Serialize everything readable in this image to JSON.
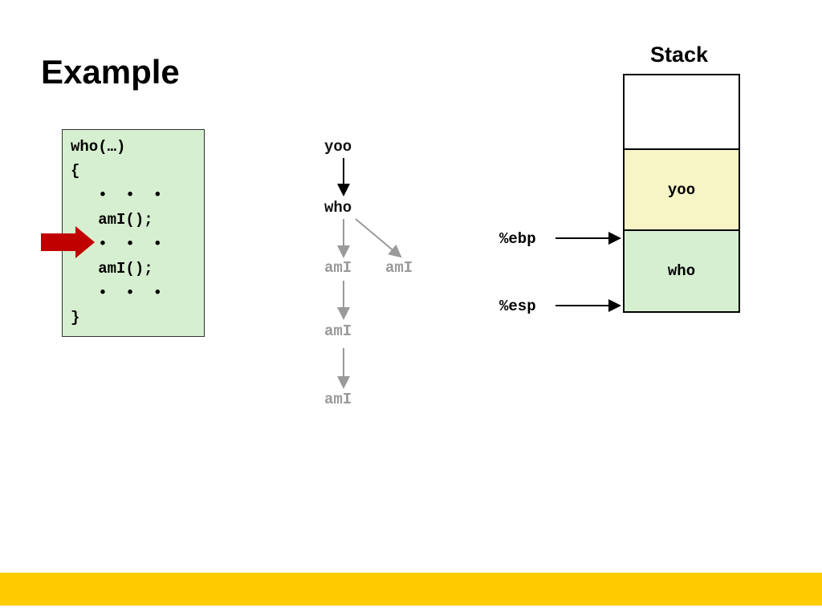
{
  "slide": {
    "title": "Example"
  },
  "code": {
    "lines": [
      "who(…)",
      "{",
      "   •  •  •",
      "   amI();",
      "   •  •  •",
      "   amI();",
      "   •  •  •",
      "}"
    ]
  },
  "call_tree": {
    "root": "yoo",
    "child": "who",
    "amI_1": "amI",
    "amI_2": "amI",
    "amI_3": "amI",
    "amI_4": "amI"
  },
  "stack": {
    "title": "Stack",
    "frames": [
      "",
      "yoo",
      "who"
    ],
    "frame_colors": [
      "#ffffff",
      "#f7f4c6",
      "#d6efd0"
    ]
  },
  "registers": {
    "ebp": "%ebp",
    "esp": "%esp"
  },
  "colors": {
    "code_bg": "#d6efd0",
    "pointer_arrow": "#c00000",
    "inactive_node": "#9a9a9a",
    "footer": "#ffcc00"
  }
}
